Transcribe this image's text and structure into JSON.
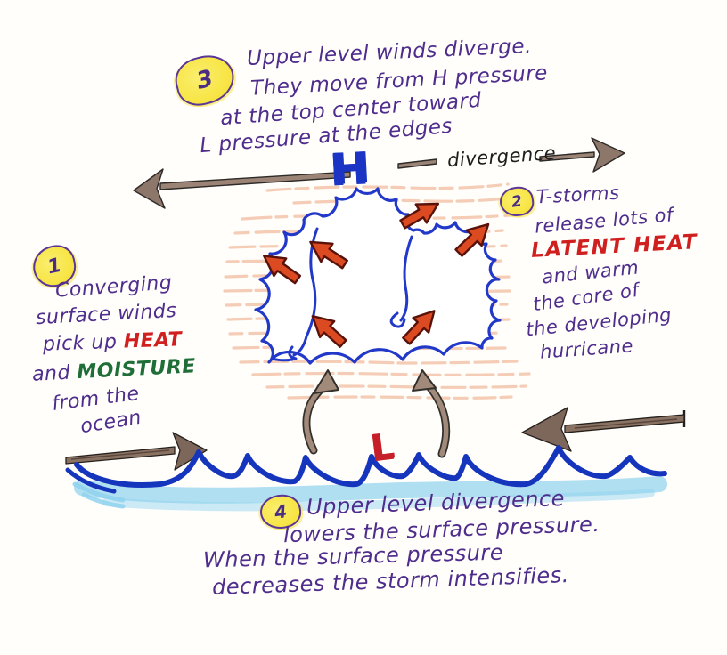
{
  "diagram_subject": "hand-drawn hurricane formation diagram",
  "colors": {
    "handwriting_purple": "#4f2d8c",
    "emphasis_red": "#cf1f1f",
    "emphasis_green": "#1f6e38",
    "ink_blue": "#2138c8",
    "ocean_dark_blue": "#1535bd",
    "ocean_light_blue": "#8fd2ee",
    "pencil_brown": "#8d7668",
    "arrow_red_orange": "#dc4a22",
    "shading_peach": "#eda47c",
    "highlighter_yellow": "#f7e33e"
  },
  "steps": {
    "s1": {
      "num": "1",
      "l1": "Converging",
      "l2": "surface winds",
      "l3a": "pick up ",
      "l3b": "HEAT",
      "l4a": "and ",
      "l4b": "MOISTURE",
      "l5": "from the",
      "l6": "ocean"
    },
    "s2": {
      "num": "2",
      "l1": "T-storms",
      "l2": "release lots of",
      "l3": "LATENT HEAT",
      "l4": "and warm",
      "l5": "the core of",
      "l6": "the developing",
      "l7": "hurricane"
    },
    "s3": {
      "num": "3",
      "l1": "Upper level winds diverge.",
      "l2": "They move from H pressure",
      "l3": "at the top center toward",
      "l4": "L pressure at the edges"
    },
    "s4": {
      "num": "4",
      "l1": "Upper level divergence",
      "l2": "lowers the surface pressure.",
      "l3": "When the surface pressure",
      "l4": "decreases the storm intensifies."
    }
  },
  "labels": {
    "divergence": "divergence",
    "high_pressure": "H",
    "low_pressure": "L"
  }
}
